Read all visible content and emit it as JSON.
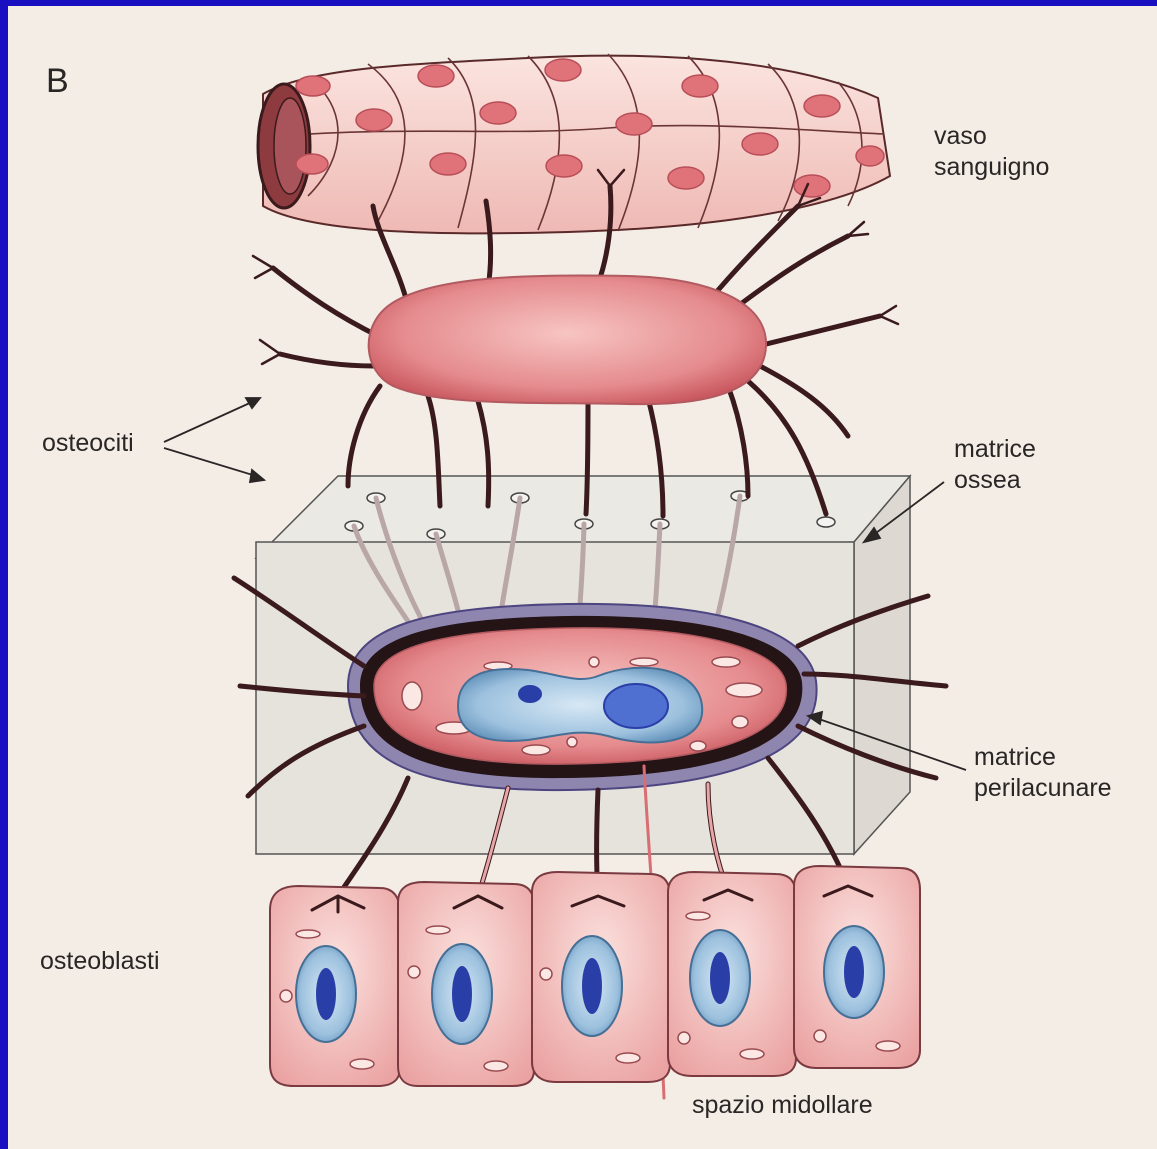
{
  "figure": {
    "letter": "B",
    "labels": {
      "vaso_sanguigno": "vaso\nsanguigno",
      "osteociti": "osteociti",
      "matrice_ossea": "matrice\nossea",
      "matrice_perilacunare": "matrice\nperilacunare",
      "osteoblasti": "osteoblasti",
      "spazio_midollare": "spazio midollare"
    }
  },
  "colors": {
    "frame": "#1a0fc0",
    "paper": "#f3ede6",
    "vessel_cell": "#f6d5d0",
    "vessel_nucleus": "#e0727a",
    "osteocyte": "#d9727a",
    "process_dark": "#3a1a1c",
    "matrix": "#e4e2dc",
    "nucleus_blue": "#8fb5d6",
    "nucleolus": "#2a3ea8",
    "osteoblast": "#f0b7b4"
  }
}
